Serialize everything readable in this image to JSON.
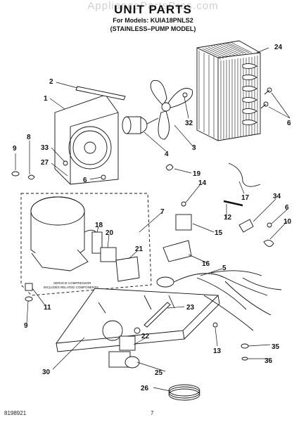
{
  "header": {
    "title": "UNIT PARTS",
    "models_line": "For Models: KUIA18PNLS2",
    "variant_line": "(STAINLESS–PUMP MODEL)"
  },
  "watermark": "AppliancePartsPros.com",
  "footer": {
    "left_code": "8198921",
    "page_number": "7"
  },
  "notes": {
    "service_line1": "SERVICE COMPRESSOR",
    "service_line2": "INCLUDES RELATED COMPONENTS"
  },
  "callouts": [
    "24",
    "2",
    "1",
    "32",
    "6",
    "8",
    "3",
    "33",
    "4",
    "9",
    "27",
    "19",
    "6",
    "14",
    "17",
    "34",
    "7",
    "6",
    "18",
    "12",
    "20",
    "10",
    "15",
    "21",
    "16",
    "5",
    "11",
    "23",
    "9",
    "13",
    "22",
    "35",
    "30",
    "25",
    "36",
    "26"
  ],
  "colors": {
    "ink": "#111111",
    "paper": "#ffffff",
    "watermark": "#aaaaaa"
  }
}
